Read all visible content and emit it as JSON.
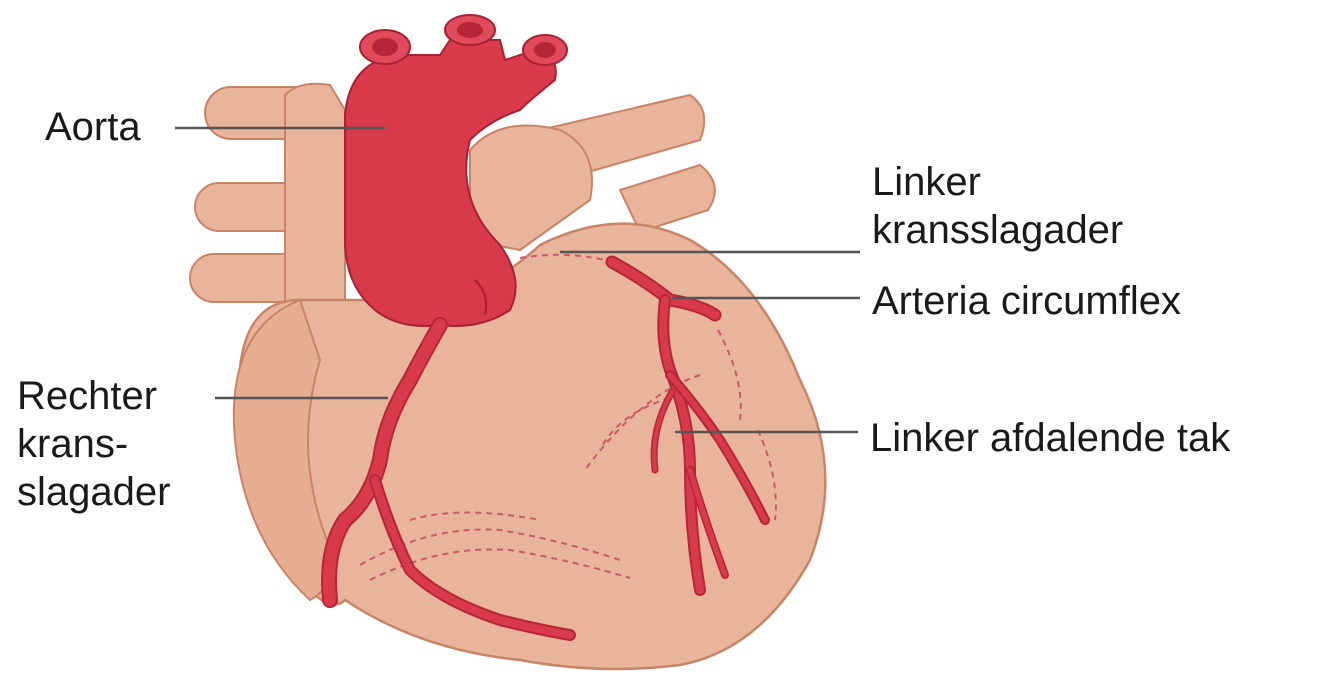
{
  "diagram": {
    "labels": {
      "aorta": [
        "Aorta"
      ],
      "left_coronary": [
        "Linker",
        "kransslagader"
      ],
      "circumflex": [
        "Arteria circumflex"
      ],
      "right_coronary": [
        "Rechter",
        "krans-",
        "slagader"
      ],
      "lad": [
        "Linker afdalende tak"
      ]
    },
    "colors": {
      "heart_fill": "#e8b49b",
      "heart_stroke": "#c98468",
      "artery_fill": "#d83a4c",
      "artery_dark": "#b52638",
      "leader_line": "#555555",
      "text": "#1a1a1a"
    }
  }
}
